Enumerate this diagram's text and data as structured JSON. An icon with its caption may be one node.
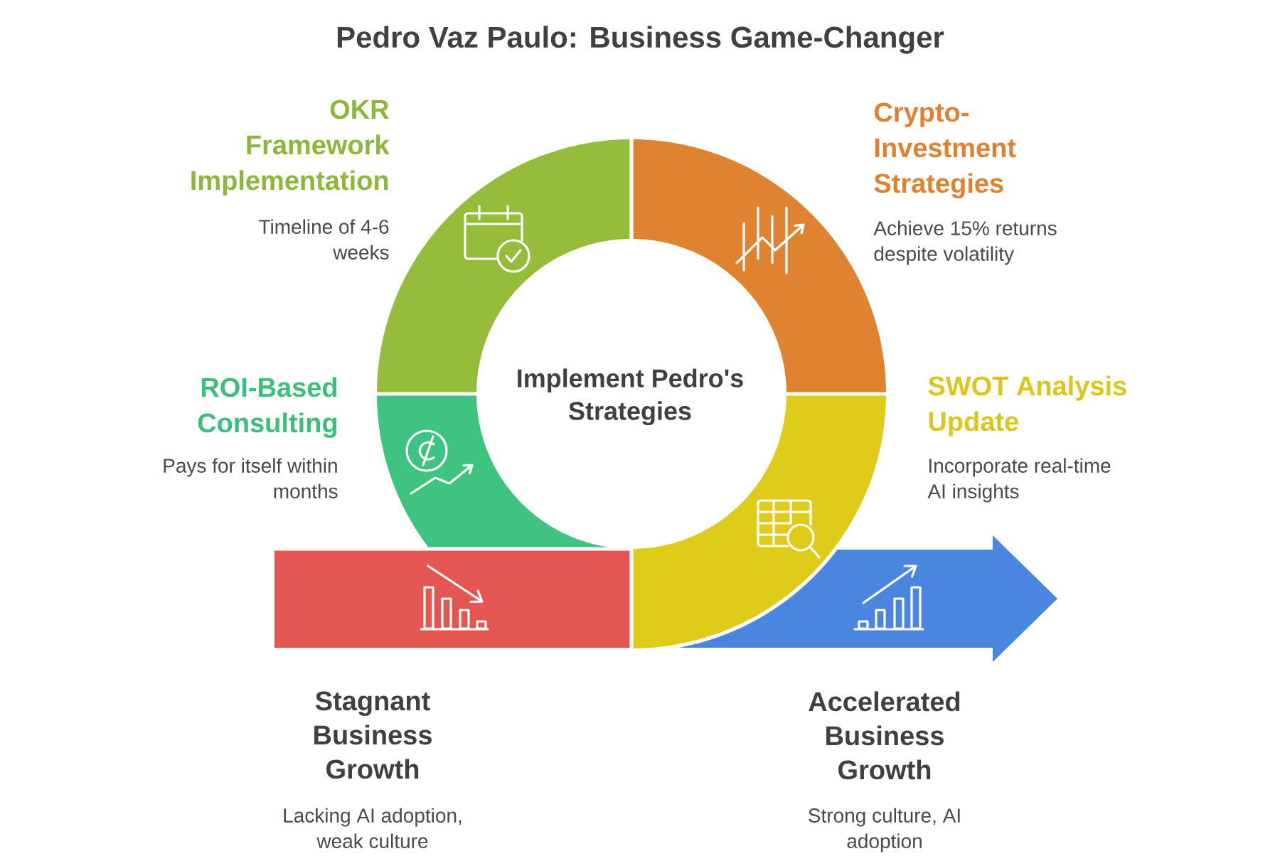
{
  "diagram": {
    "title": "Pedro Vaz Paulo: Business Game-Changer",
    "nodes": [
      {
        "text": [
          "OKR Framework Implementation",
          "Timeline of 4-6 weeks"
        ]
      },
      {
        "text": [
          "Crypto-Investment Strategies",
          "Achieve 15% returns despite volatility"
        ]
      },
      {
        "text": [
          "ROI-Based Consulting",
          "Pays for itself within months"
        ]
      },
      {
        "text": [
          "SWOT Analysis Update",
          "Incorporate real-time AI insights"
        ]
      },
      {
        "text": [
          "Stagnant Business Growth",
          "Lacking AI adoption, weak culture"
        ]
      },
      {
        "text": [
          "Accelerated Business Growth",
          "Strong culture, AI adoption"
        ]
      }
    ],
    "labels": [
      "Implement Pedro's Strategies"
    ]
  }
}
